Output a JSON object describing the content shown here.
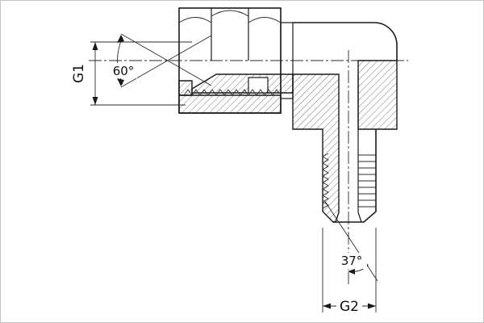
{
  "labels": {
    "g1": "G1",
    "cone_angle": "60°",
    "flare_angle": "37°",
    "g2": "G2"
  },
  "colors": {
    "line": "#1a1a1a",
    "thin_line": "#2b2b2b",
    "background": "#ffffff",
    "frame": "#c4c4c4"
  }
}
